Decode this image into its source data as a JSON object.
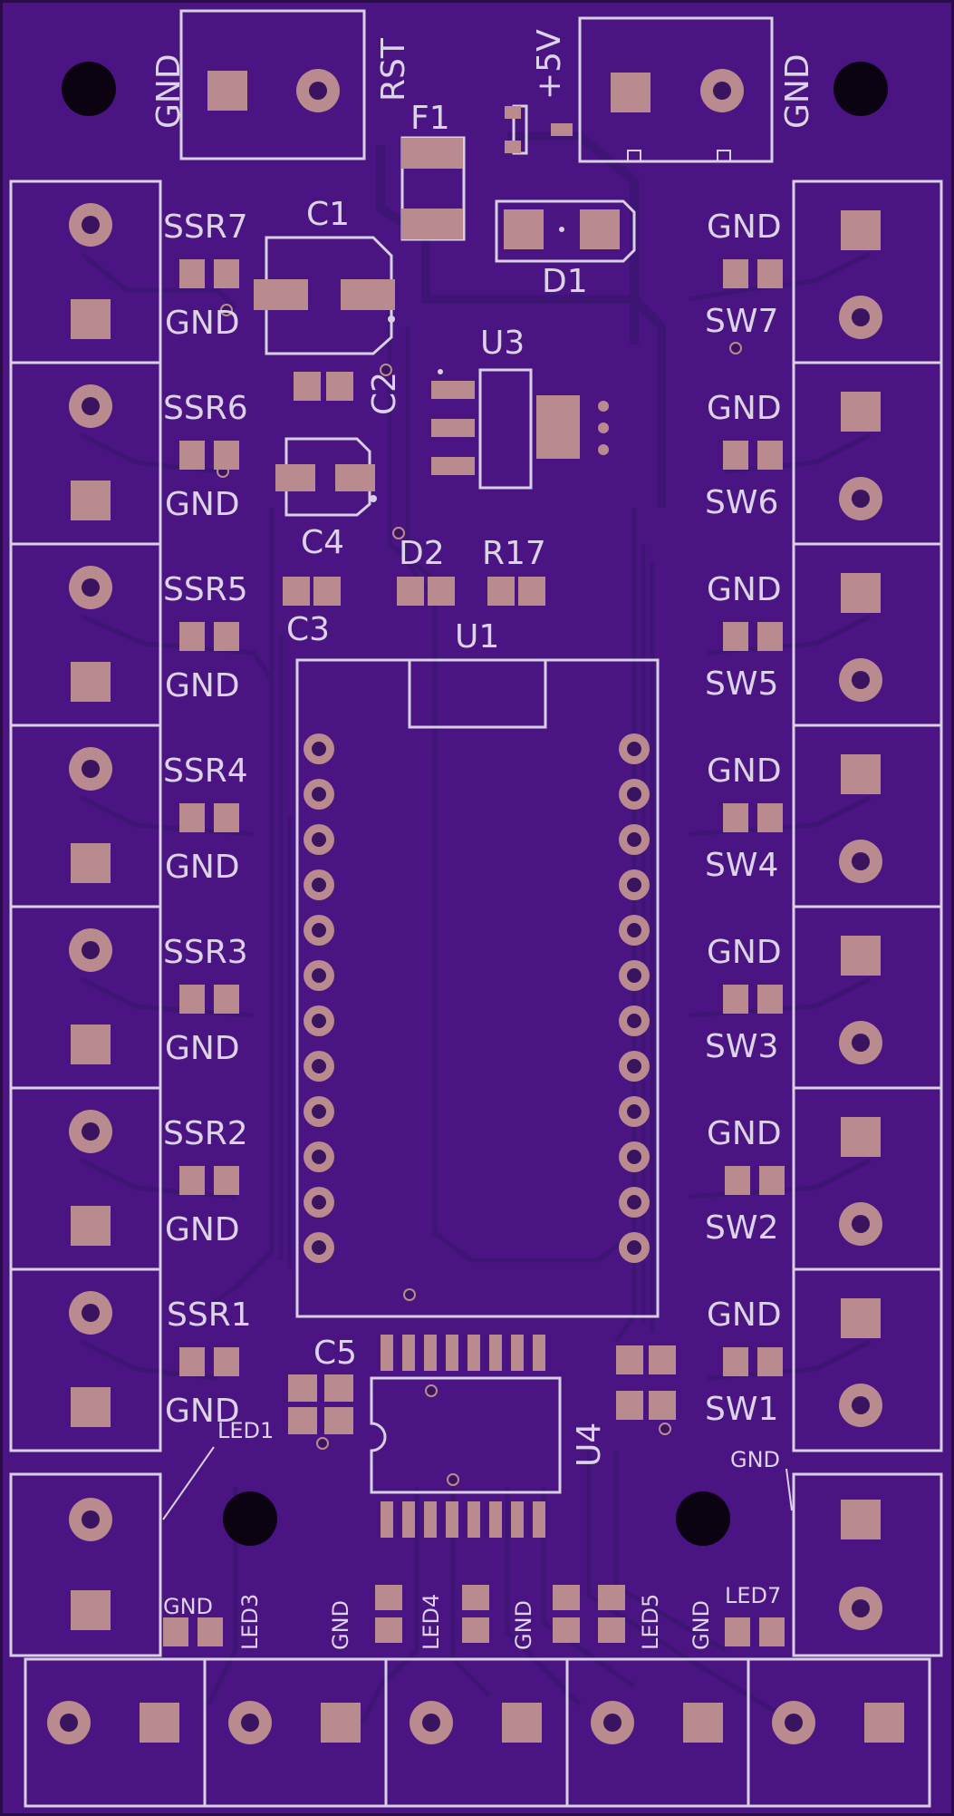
{
  "board": {
    "colors": {
      "substrate": "#4a1582",
      "edge": "#2a0a4a",
      "silk": "#d8cfe2",
      "copper_pad": "#b98a8e",
      "trace": "#3e1575",
      "mount_hole": "#0b0312"
    }
  },
  "top": {
    "rst_connector": {
      "gnd_label": "GND",
      "rst_label": "RST"
    },
    "power_connector": {
      "plus5v_label": "+5V",
      "gnd_label": "GND"
    },
    "f1": "F1",
    "c1": "C1",
    "c2": "C2",
    "d1": "D1",
    "u3": "U3",
    "c4": "C4",
    "c3": "C3",
    "d2": "D2",
    "r17": "R17",
    "u1": "U1",
    "c5": "C5",
    "u4": "U4"
  },
  "left_channels": [
    {
      "top": "SSR7",
      "bottom": "GND"
    },
    {
      "top": "SSR6",
      "bottom": "GND"
    },
    {
      "top": "SSR5",
      "bottom": "GND"
    },
    {
      "top": "SSR4",
      "bottom": "GND"
    },
    {
      "top": "SSR3",
      "bottom": "GND"
    },
    {
      "top": "SSR2",
      "bottom": "GND"
    },
    {
      "top": "SSR1",
      "bottom": "GND"
    }
  ],
  "right_channels": [
    {
      "top": "GND",
      "bottom": "SW7"
    },
    {
      "top": "GND",
      "bottom": "SW6"
    },
    {
      "top": "GND",
      "bottom": "SW5"
    },
    {
      "top": "GND",
      "bottom": "SW4"
    },
    {
      "top": "GND",
      "bottom": "SW3"
    },
    {
      "top": "GND",
      "bottom": "SW2"
    },
    {
      "top": "GND",
      "bottom": "SW1"
    }
  ],
  "led_area": {
    "led1": "LED1",
    "gnd_right": "GND",
    "bottom_labels": {
      "gnd_a": "GND",
      "led3": "LED3",
      "gnd_b": "GND",
      "led4": "LED4",
      "gnd_c": "GND",
      "led5": "LED5",
      "gnd_d": "GND",
      "led7": "LED7"
    }
  }
}
